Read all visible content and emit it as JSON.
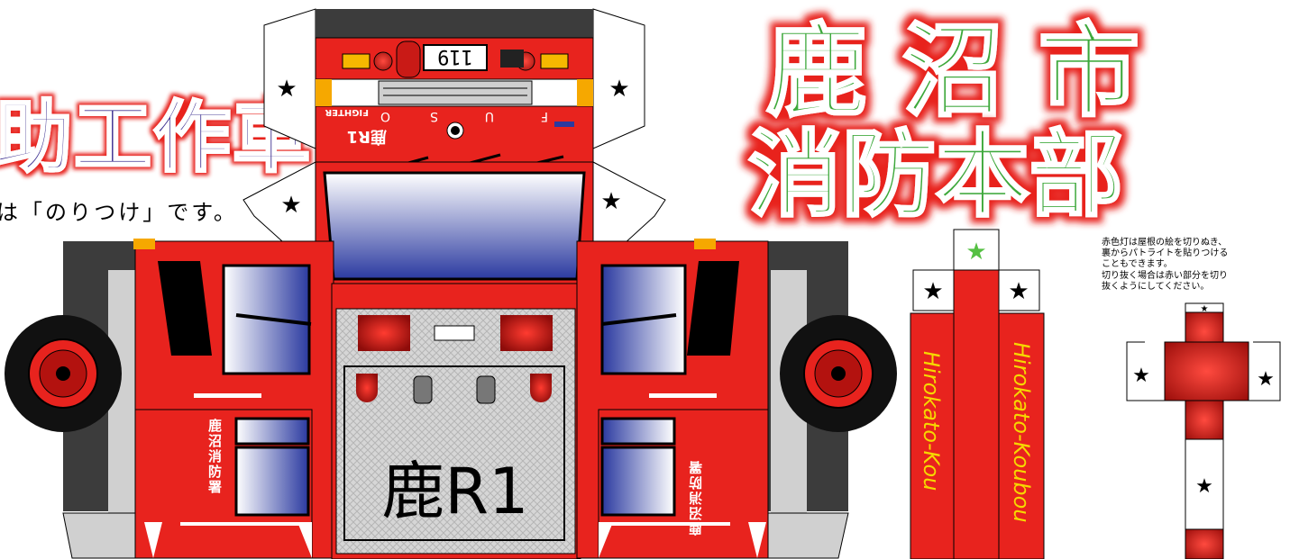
{
  "left_title_fragment": "助工作車",
  "instruction_fragment": "は「のりつけ」です。",
  "city_title_line1": "鹿 沼 市",
  "city_title_line2": "消防本部",
  "cab_number": "119",
  "brand_letters": [
    "F",
    "U",
    "S",
    "O"
  ],
  "brand_model": "FIGHTER",
  "cab_plate": "鹿R1",
  "rear_plate": "鹿R1",
  "door_label": "鹿沼消防署",
  "side_watermark_1": "Hirokato-Kou",
  "side_watermark_2": "Hirokato-Koubou",
  "note_lines": [
    "赤色灯は屋根の絵を切りぬき、",
    "裏からパトライトを貼りつける",
    "こともできます。",
    "切り抜く場合は赤い部分を切り",
    "抜くようにしてください。"
  ],
  "star_glyph": "★",
  "colors": {
    "body_red": "#e8231e",
    "dark_red": "#b3120f",
    "title_green": "#3da83a",
    "title_glow": "#e8231e",
    "title_purple": "#3a2d8f",
    "window_blue": "#2b3aa0",
    "tire": "#111111",
    "dark_gray": "#3c3c3c",
    "plate_gray": "#d8d8d8",
    "star_green": "#55c043"
  }
}
